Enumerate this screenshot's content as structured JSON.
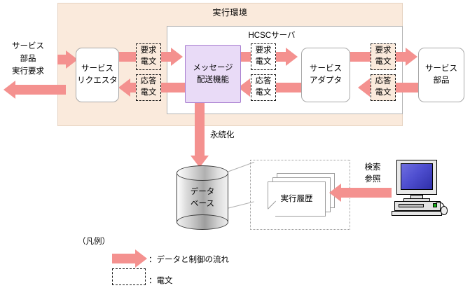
{
  "diagram": {
    "env_panel": {
      "title": "実行環境"
    },
    "hcsc_panel": {
      "title": "HCSCサーバ"
    },
    "nodes": {
      "service_requester": {
        "line1": "サービス",
        "line2": "リクエスタ"
      },
      "message_delivery": {
        "line1": "メッセージ",
        "line2": "配送機能"
      },
      "service_adapter": {
        "line1": "サービス",
        "line2": "アダプタ"
      },
      "service_component": {
        "line1": "サービス",
        "line2": "部品"
      }
    },
    "side_label": {
      "line1": "サービス",
      "line2": "部品",
      "line3": "実行要求"
    },
    "telegrams": [
      {
        "id": "req-1",
        "line1": "要求",
        "line2": "電文"
      },
      {
        "id": "res-1",
        "line1": "応答",
        "line2": "電文"
      },
      {
        "id": "req-2",
        "line1": "要求",
        "line2": "電文"
      },
      {
        "id": "res-2",
        "line1": "応答",
        "line2": "電文"
      },
      {
        "id": "req-3",
        "line1": "要求",
        "line2": "電文"
      },
      {
        "id": "res-3",
        "line1": "応答",
        "line2": "電文"
      }
    ],
    "persistence_label": "永続化",
    "database": {
      "line1": "データ",
      "line2": "ベース"
    },
    "execution_history": {
      "label": "実行履歴"
    },
    "search_label": {
      "line1": "検索",
      "line2": "参照"
    },
    "legend": {
      "title": "（凡例）",
      "arrow_meaning": "：データと制御の流れ",
      "dashed_meaning": "：電文"
    },
    "colors": {
      "env_background": "#faeadc",
      "env_border": "#e6d2c0",
      "panel_border": "#b3b3b3",
      "node_border": "#a8a8a8",
      "message_fill": "#e9dbf7",
      "message_border": "#a97fd0",
      "arrow": "#f4918f",
      "screen_blue": "#4f4fd0",
      "dashed_border": "#1a1a1a"
    }
  }
}
